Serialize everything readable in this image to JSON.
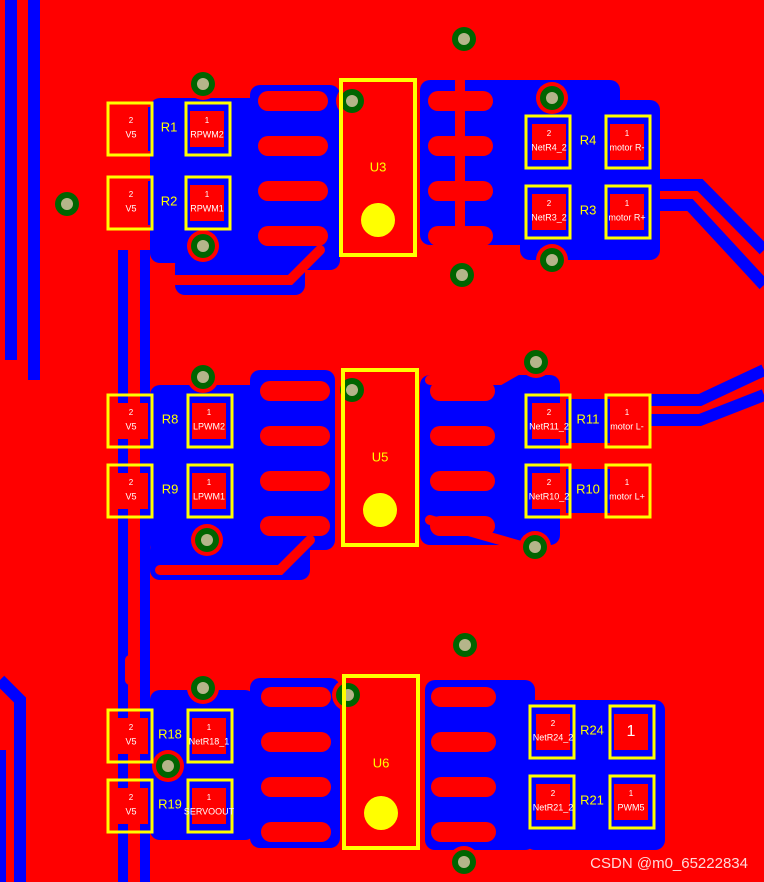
{
  "colors": {
    "top_copper": "#ff0000",
    "bottom_copper": "#0000ff",
    "silkscreen": "#ffff00",
    "via_ring": "#006400",
    "via_hole": "#b5b58a",
    "pad_text": "#ffffff"
  },
  "chips": [
    {
      "ref": "U3"
    },
    {
      "ref": "U5"
    },
    {
      "ref": "U6"
    }
  ],
  "resistors": [
    {
      "ref": "R1",
      "pad2": "2",
      "net2": "V5",
      "pad1": "1",
      "net1": "RPWM2"
    },
    {
      "ref": "R2",
      "pad2": "2",
      "net2": "V5",
      "pad1": "1",
      "net1": "RPWM1"
    },
    {
      "ref": "R4",
      "pad2": "2",
      "net2": "NetR4_2",
      "pad1": "1",
      "net1": "motor R-"
    },
    {
      "ref": "R3",
      "pad2": "2",
      "net2": "NetR3_2",
      "pad1": "1",
      "net1": "motor R+"
    },
    {
      "ref": "R8",
      "pad2": "2",
      "net2": "V5",
      "pad1": "1",
      "net1": "LPWM2"
    },
    {
      "ref": "R9",
      "pad2": "2",
      "net2": "V5",
      "pad1": "1",
      "net1": "LPWM1"
    },
    {
      "ref": "R11",
      "pad2": "2",
      "net2": "NetR11_2",
      "pad1": "1",
      "net1": "motor L-"
    },
    {
      "ref": "R10",
      "pad2": "2",
      "net2": "NetR10_2",
      "pad1": "1",
      "net1": "motor L+"
    },
    {
      "ref": "R18",
      "pad2": "2",
      "net2": "V5",
      "pad1": "1",
      "net1": "NetR18_1"
    },
    {
      "ref": "R19",
      "pad2": "2",
      "net2": "V5",
      "pad1": "1",
      "net1": "SERVOOUT"
    },
    {
      "ref": "R24",
      "pad2": "2",
      "net2": "NetR24_2",
      "pad1": "1",
      "net1": ""
    },
    {
      "ref": "R21",
      "pad2": "2",
      "net2": "NetR21_2",
      "pad1": "1",
      "net1": "PWM5"
    }
  ],
  "watermark": "CSDN @m0_65222834"
}
